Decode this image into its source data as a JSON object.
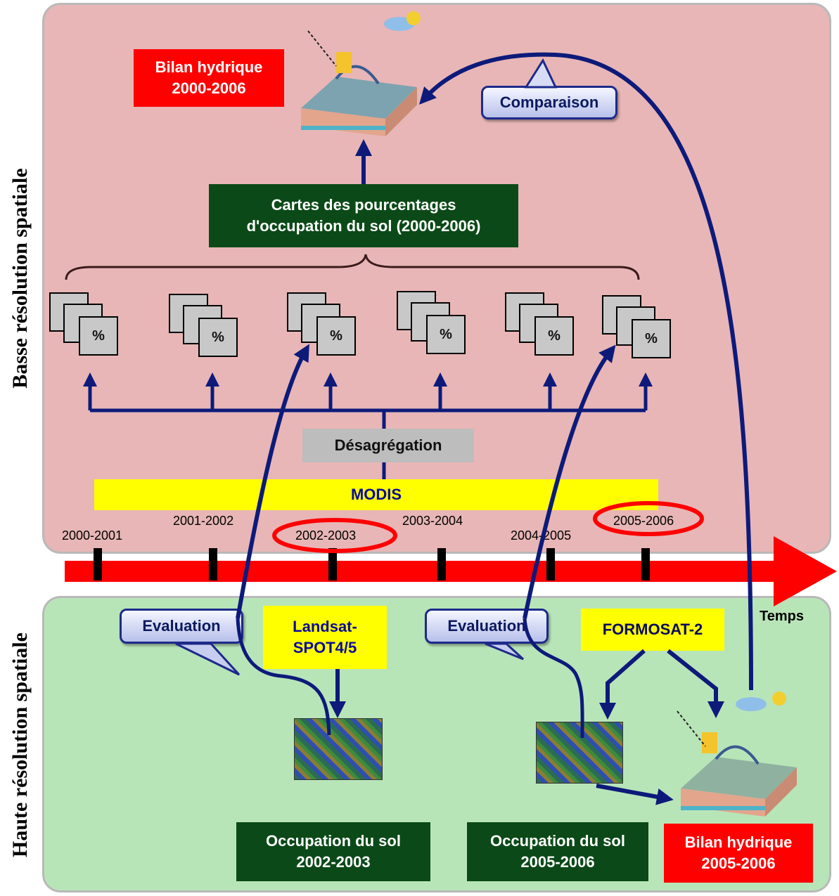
{
  "side_labels": {
    "top": "Basse résolution spatiale",
    "bottom": "Haute résolution spatiale"
  },
  "boxes": {
    "bilan_top": "Bilan hydrique\n2000-2006",
    "cartes": "Cartes des pourcentages\nd'occupation du sol (2000-2006)",
    "desagregation": "Désagrégation",
    "modis": "MODIS",
    "landsat": "Landsat-\nSPOT4/5",
    "formosat": "FORMOSAT-2",
    "occupation_1": "Occupation du sol\n2002-2003",
    "occupation_2": "Occupation du sol\n2005-2006",
    "bilan_bottom": "Bilan hydrique\n2005-2006"
  },
  "callouts": {
    "comparaison": "Comparaison",
    "evaluation_1": "Evaluation",
    "evaluation_2": "Evaluation"
  },
  "timeline": {
    "axis_label": "Temps",
    "years": [
      "2000-2001",
      "2001-2002",
      "2002-2003",
      "2003-2004",
      "2004-2005",
      "2005-2006"
    ],
    "highlighted": [
      "2002-2003",
      "2005-2006"
    ]
  },
  "percent_symbol": "%",
  "colors": {
    "top_panel": "#e8b6b6",
    "bottom_panel": "#b8e5b8",
    "arrow_blue": "#0d1a7a",
    "timeline_red": "#ff0000",
    "highlight_ellipse": "#ff0000",
    "red_box": "#ff0000",
    "green_box": "#0b4a18",
    "yellow_box": "#ffff00"
  }
}
